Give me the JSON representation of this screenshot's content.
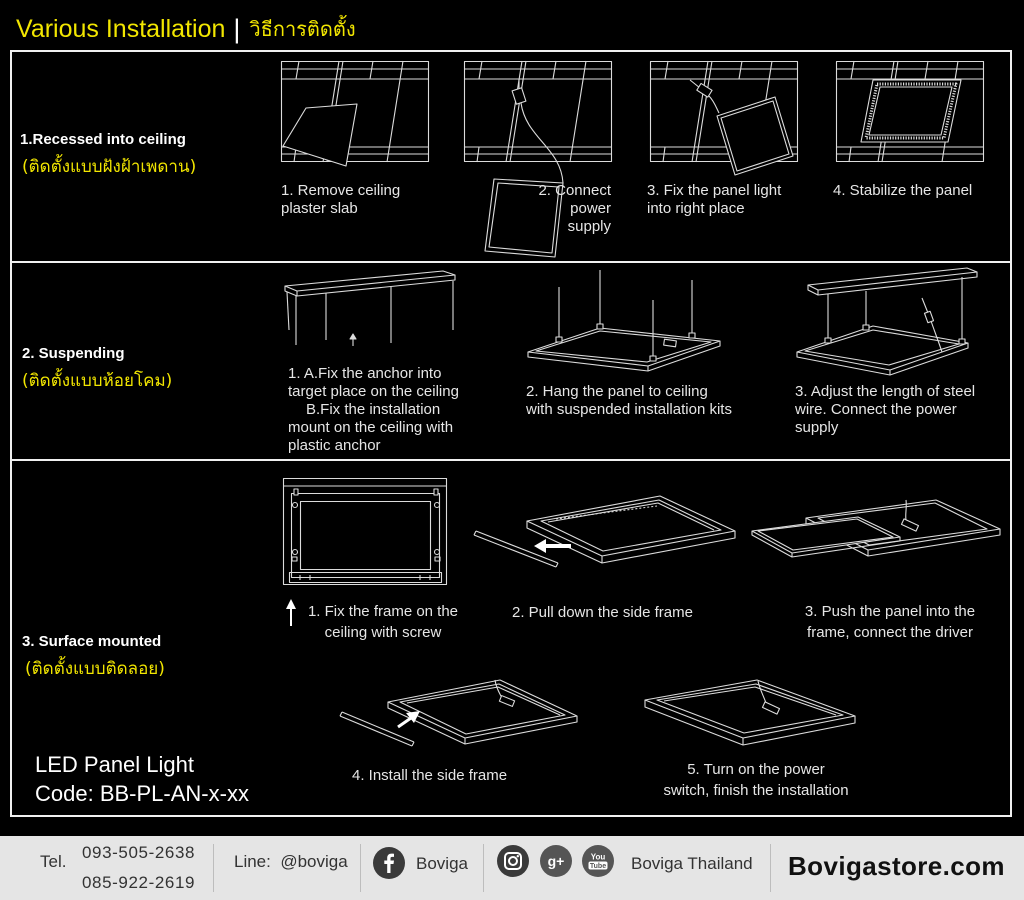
{
  "header": {
    "title_en": "Various Installation",
    "separator": "|",
    "title_th": "วิธีการติดตั้ง"
  },
  "sections": [
    {
      "title": "1.Recessed into ceiling",
      "subtitle": "(ติดตั้งแบบฝังฝ้าเพดาน)",
      "steps": [
        [
          "1. Remove ceiling",
          "plaster slab"
        ],
        [
          "2. Connect",
          "power",
          "supply"
        ],
        [
          "3. Fix the panel light",
          "into right place"
        ],
        [
          "4. Stabilize the panel"
        ]
      ]
    },
    {
      "title": "2. Suspending",
      "subtitle": "(ติดตั้งแบบห้อยโคม)",
      "steps": [
        [
          "1. A.Fix the anchor into",
          "target place on the ceiling",
          "B.Fix the installation",
          "mount on the ceiling with",
          "plastic anchor"
        ],
        [
          "2. Hang the panel to ceiling",
          "with suspended installation kits"
        ],
        [
          "3. Adjust the length of steel",
          "wire. Connect the power",
          "supply"
        ]
      ]
    },
    {
      "title": "3. Surface mounted",
      "subtitle": "(ติดตั้งแบบติดลอย)",
      "steps": [
        [
          "1. Fix the frame on the",
          "ceiling with screw"
        ],
        [
          "2. Pull down the side frame"
        ],
        [
          "3. Push the panel into the",
          "frame, connect the driver"
        ],
        [
          "4. Install the side frame"
        ],
        [
          "5. Turn on the power",
          "switch, finish the installation"
        ]
      ]
    }
  ],
  "product": {
    "name": "LED Panel Light",
    "code": "Code: BB-PL-AN-x-xx"
  },
  "footer": {
    "tel_label": "Tel.",
    "phones": [
      "093-505-2638",
      "085-922-2619"
    ],
    "line_label": "Line:",
    "line_id": "@boviga",
    "facebook_name": "Boviga",
    "social_name": "Boviga Thailand",
    "website": "Bovigastore.com",
    "icons": {
      "facebook": "facebook-icon",
      "instagram": "instagram-icon",
      "googleplus": "google-plus-icon",
      "youtube": "youtube-icon",
      "gplus_glyph": "g+",
      "youtube_glyph": [
        "You",
        "Tube"
      ]
    }
  },
  "colors": {
    "accent": "#f2e600",
    "text": "#e6e6e6",
    "background": "#000000",
    "footer_background": "#e5e5e5"
  }
}
